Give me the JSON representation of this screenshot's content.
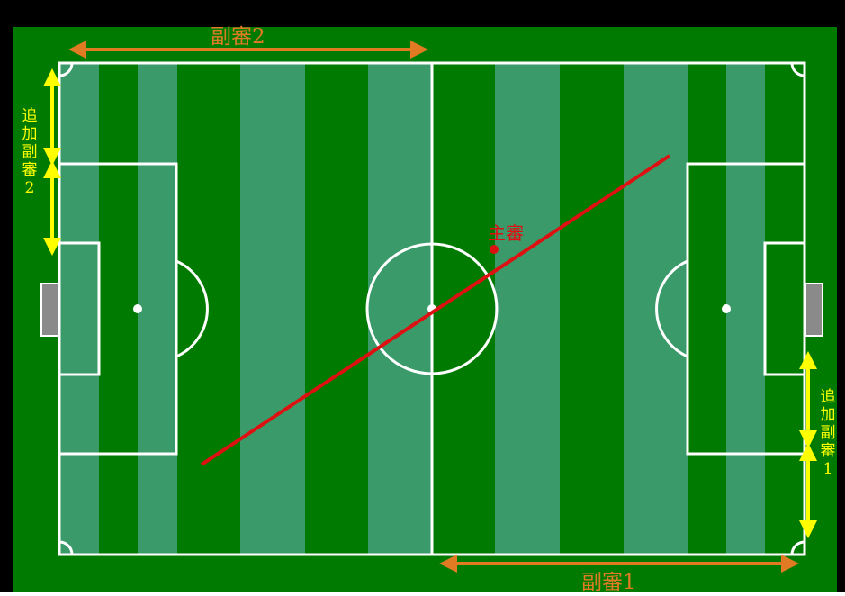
{
  "colors": {
    "frame": "#000000",
    "grass_dark": "#007a00",
    "grass_light": "#3a9a6a",
    "lines": "#ffffff",
    "goal": "#8a8a8a",
    "assistant_referee_arrow": "#e07b24",
    "additional_referee_arrow": "#ffff00",
    "diagonal": "#dd1111",
    "referee": "#dd1111"
  },
  "labels": {
    "assistant_referee_2": "副審2",
    "assistant_referee_1": "副審1",
    "referee": "主審",
    "additional_assistant_2": [
      "追",
      "加",
      "副",
      "審",
      "2"
    ],
    "additional_assistant_1": [
      "追",
      "加",
      "副",
      "審",
      "1"
    ]
  }
}
